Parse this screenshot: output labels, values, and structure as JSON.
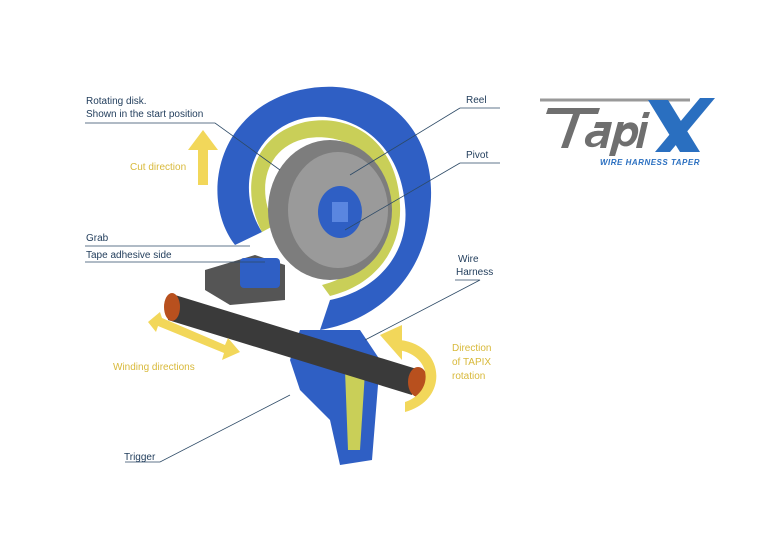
{
  "labels": {
    "rotating_disk_line1": "Rotating disk.",
    "rotating_disk_line2": "Shown in the start position",
    "reel": "Reel",
    "pivot": "Pivot",
    "cut_direction": "Cut direction",
    "grab": "Grab",
    "tape_adhesive_side": "Tape adhesive side",
    "wire_line1": "Wire",
    "wire_line2": "Harness",
    "rotation_line1": "Direction",
    "rotation_line2": "of TAPIX",
    "rotation_line3": "rotation",
    "winding_directions": "Winding directions",
    "trigger": "Trigger"
  },
  "logo": {
    "wordmark": "TapiX",
    "tagline": "WIRE HARNESS TAPER"
  },
  "colors": {
    "tool_blue": "#2f5fc4",
    "tape_yellow": "#c9cf58",
    "arrow_yellow": "#f2d75a",
    "reel_gray": "#7d7d7d",
    "wire_copper": "#b8501e",
    "label_text": "#1f3b5a"
  }
}
